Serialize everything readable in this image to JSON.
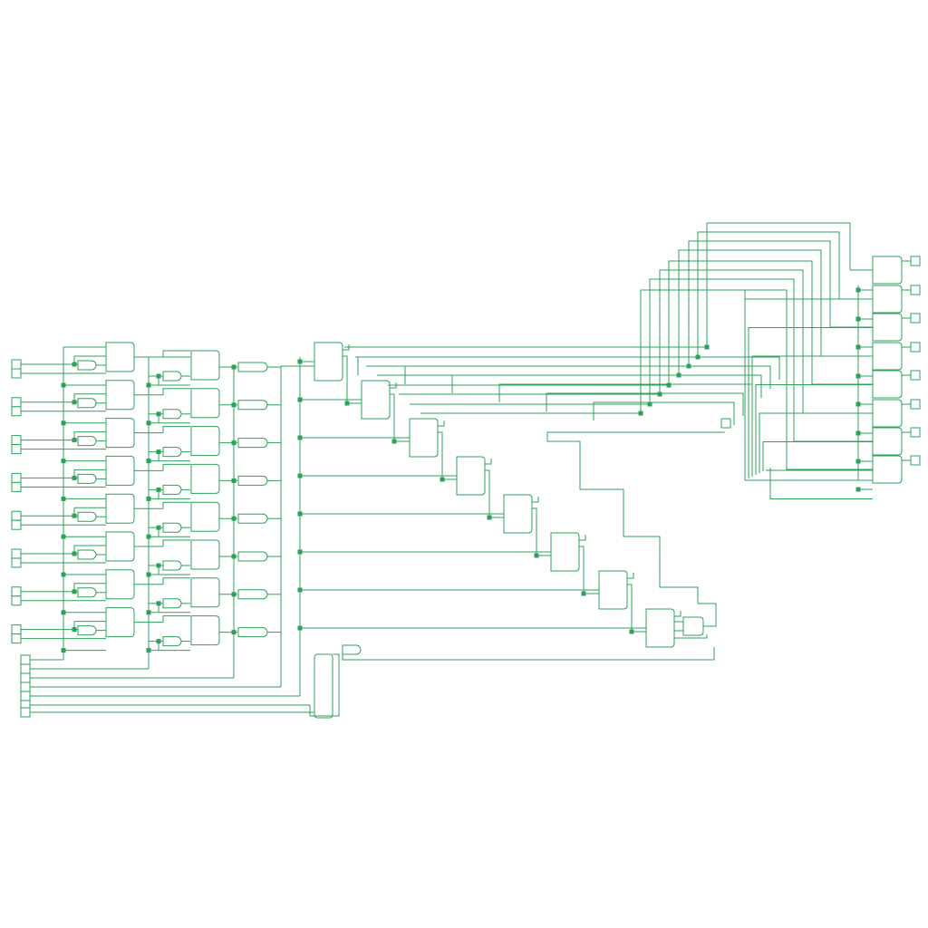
{
  "diagram": {
    "kind": "gate-level logic schematic",
    "stroke_color": "#2ea05a",
    "junction_color": "#2ea05a",
    "background_color": "#ffffff",
    "input_pin_pairs": 8,
    "control_pins": 7,
    "output_pins": 8,
    "columns": {
      "small_gates": 8,
      "stage1_blocks": 8,
      "stage2_small_gates": 8,
      "stage2_blocks": 8,
      "buffer_gates": 8,
      "cascade_blocks": 8,
      "output_blocks": 8
    }
  }
}
